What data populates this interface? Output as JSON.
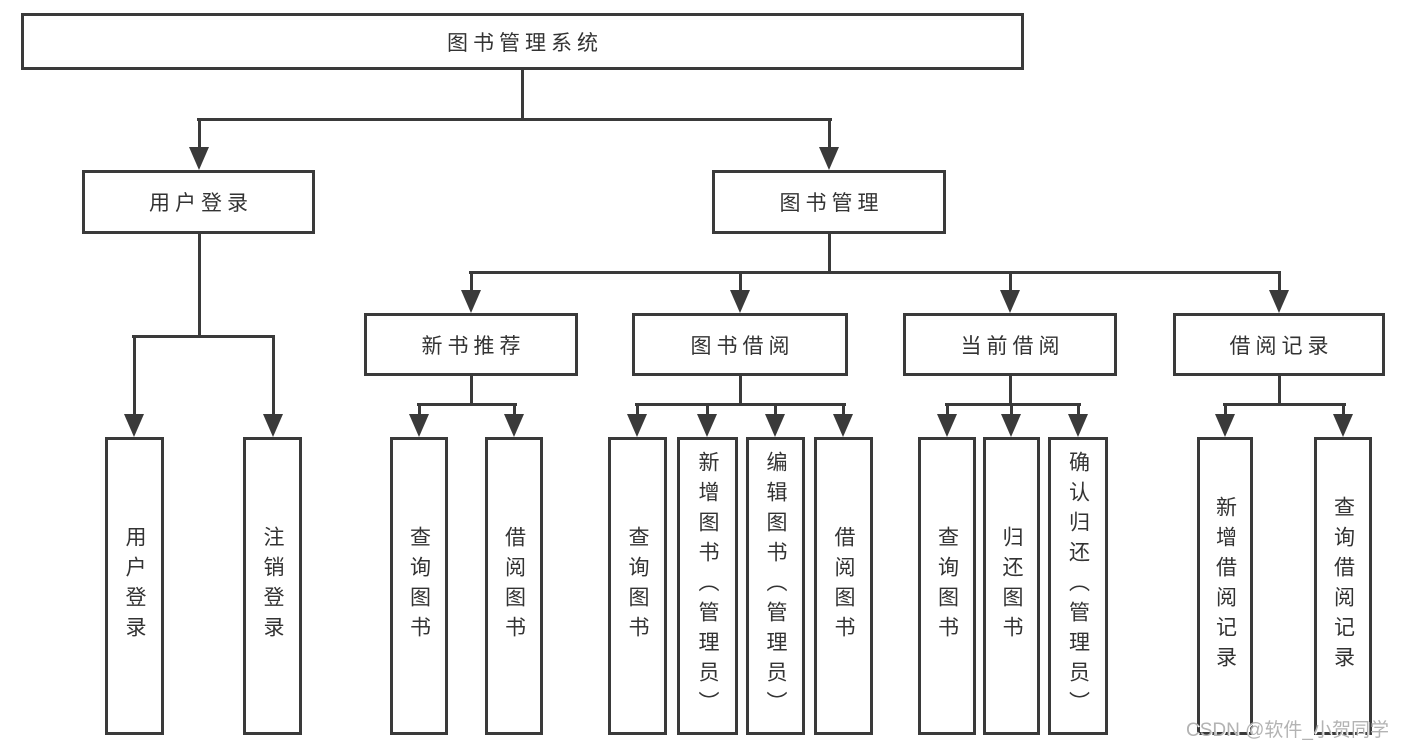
{
  "colors": {
    "background": "#ffffff",
    "line": "#3a3a3a",
    "text": "#333333",
    "watermark": "#b3b3b3"
  },
  "watermark": {
    "text": "CSDN @软件_小贺同学"
  },
  "tree": {
    "root": {
      "label": "图书管理系统"
    },
    "children": [
      {
        "label": "用户登录",
        "children": [
          {
            "label": "用户登录"
          },
          {
            "label": "注销登录"
          }
        ]
      },
      {
        "label": "图书管理",
        "children": [
          {
            "label": "新书推荐",
            "children": [
              {
                "label": "查询图书"
              },
              {
                "label": "借阅图书"
              }
            ]
          },
          {
            "label": "图书借阅",
            "children": [
              {
                "label": "查询图书"
              },
              {
                "label": "新增图书（管理员）"
              },
              {
                "label": "编辑图书（管理员）"
              },
              {
                "label": "借阅图书"
              }
            ]
          },
          {
            "label": "当前借阅",
            "children": [
              {
                "label": "查询图书"
              },
              {
                "label": "归还图书"
              },
              {
                "label": "确认归还（管理员）"
              }
            ]
          },
          {
            "label": "借阅记录",
            "children": [
              {
                "label": "新增借阅记录"
              },
              {
                "label": "查询借阅记录"
              }
            ]
          }
        ]
      }
    ]
  }
}
